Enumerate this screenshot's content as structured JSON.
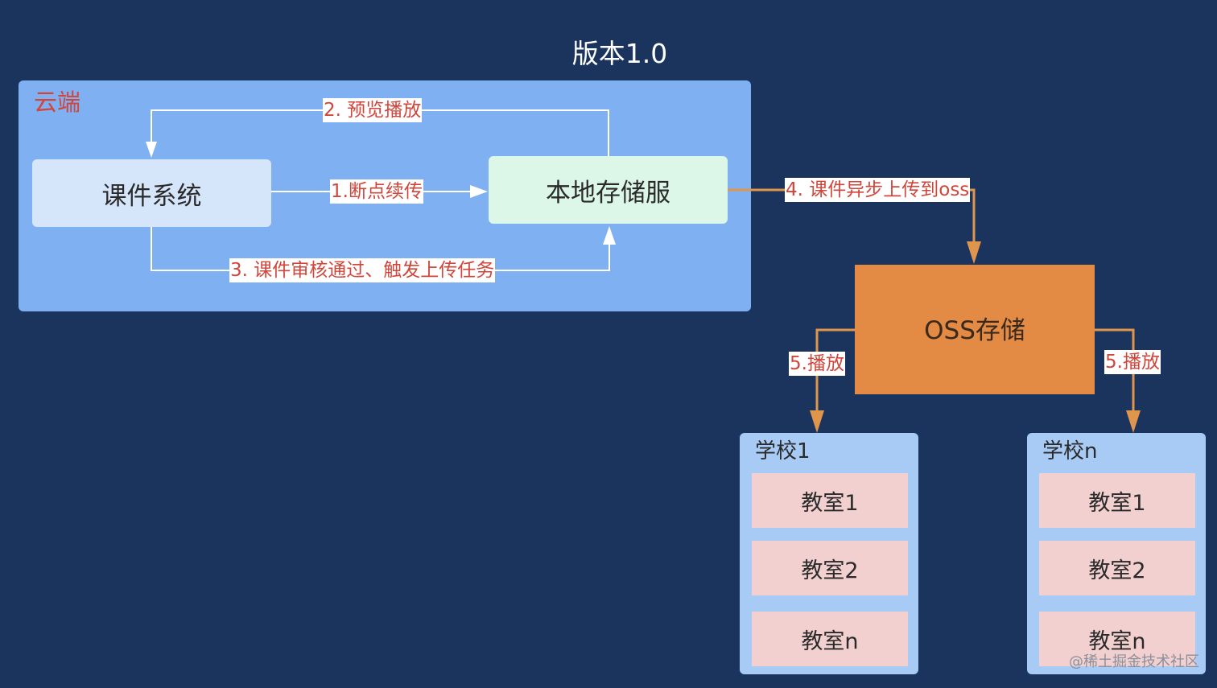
{
  "title": "版本1.0",
  "cloud": {
    "label": "云端",
    "nodes": {
      "course_system": "课件系统",
      "local_storage": "本地存储服"
    },
    "edges": {
      "resume_upload": "1.断点续传",
      "preview_play": "2. 预览播放",
      "review_passed": "3. 课件审核通过、触发上传任务"
    }
  },
  "oss": {
    "label": "OSS存储",
    "upload_edge": "4. 课件异步上传到oss",
    "play_edge_left": "5.播放",
    "play_edge_right": "5.播放"
  },
  "schools": [
    {
      "name": "学校1",
      "rooms": [
        "教室1",
        "教室2",
        "教室n"
      ]
    },
    {
      "name": "学校n",
      "rooms": [
        "教室1",
        "教室2",
        "教室n"
      ]
    }
  ],
  "colors": {
    "background": "#1a345e",
    "cloud": "#7fb0f2",
    "oss": "#e38a44",
    "edge_label_text": "#d0463b",
    "cloud_arrows": "#ffffff",
    "oss_arrows": "#e0954c"
  },
  "watermark": "@稀土掘金技术社区"
}
